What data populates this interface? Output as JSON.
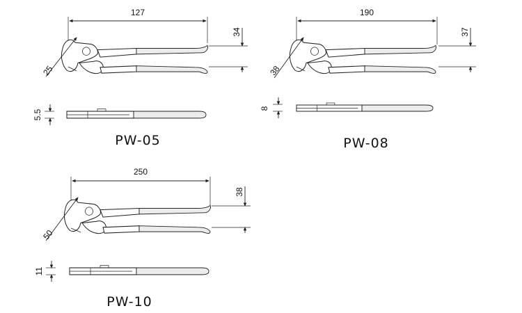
{
  "models": [
    {
      "name": "PW-05",
      "length": "127",
      "opening": "34",
      "jaw_capacity": "25",
      "thickness": "5.5"
    },
    {
      "name": "PW-08",
      "length": "190",
      "opening": "37",
      "jaw_capacity": "38",
      "thickness": "8"
    },
    {
      "name": "PW-10",
      "length": "250",
      "opening": "38",
      "jaw_capacity": "50",
      "thickness": "11"
    }
  ]
}
